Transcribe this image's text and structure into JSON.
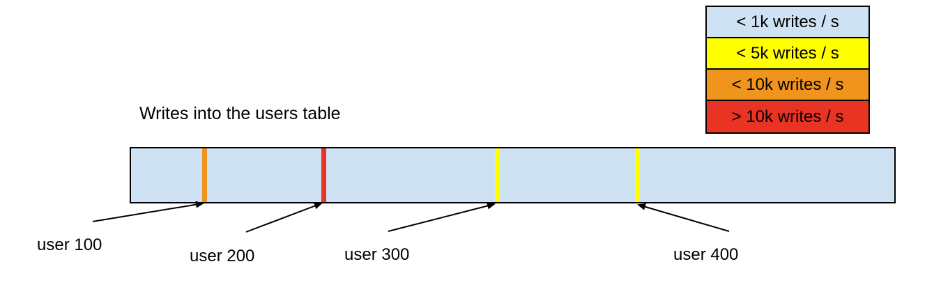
{
  "title": "Writes into the users table",
  "colors": {
    "background": "#ffffff",
    "outline": "#000000",
    "table_fill": "#cfe2f3",
    "rate_lt_1k": "#cfe2f3",
    "rate_lt_5k": "#ffff00",
    "rate_lt_10k": "#f0941d",
    "rate_gt_10k": "#e93323"
  },
  "legend": {
    "items": [
      {
        "label": "< 1k writes / s",
        "color": "#cfe2f3"
      },
      {
        "label": "< 5k writes / s",
        "color": "#ffff00"
      },
      {
        "label": "< 10k writes / s",
        "color": "#f0941d"
      },
      {
        "label": "> 10k writes / s",
        "color": "#e93323"
      }
    ]
  },
  "bar": {
    "fill": "#cfe2f3",
    "markers": [
      {
        "user": "user 100",
        "rate": "< 10k writes / s",
        "color": "#f0941d",
        "position_pct": 9.6
      },
      {
        "user": "user 200",
        "rate": "> 10k writes / s",
        "color": "#e93323",
        "position_pct": 25.2
      },
      {
        "user": "user 300",
        "rate": "< 5k writes / s",
        "color": "#ffff00",
        "position_pct": 47.9
      },
      {
        "user": "user 400",
        "rate": "< 5k writes / s",
        "color": "#ffff00",
        "position_pct": 66.2
      }
    ]
  },
  "callouts": [
    {
      "label": "user 100"
    },
    {
      "label": "user 200"
    },
    {
      "label": "user 300"
    },
    {
      "label": "user 400"
    }
  ]
}
